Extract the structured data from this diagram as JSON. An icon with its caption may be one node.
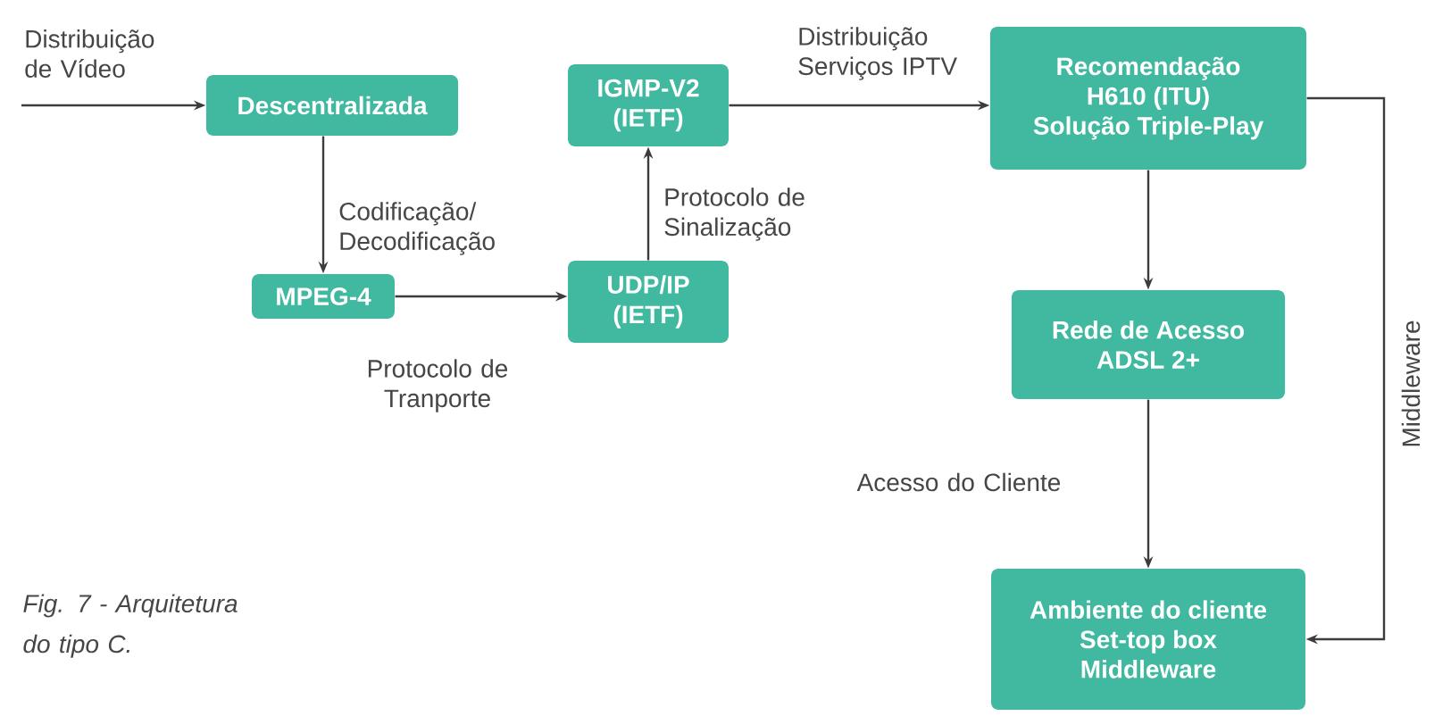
{
  "diagram": {
    "caption": "Fig. 7 - Arquitetura do tipo C.",
    "nodes": [
      {
        "text": [
          "Descentralizada"
        ]
      },
      {
        "text": [
          "MPEG-4"
        ]
      },
      {
        "text": [
          "UDP/IP",
          "(IETF)"
        ]
      },
      {
        "text": [
          "IGMP-V2",
          "(IETF)"
        ]
      },
      {
        "text": [
          "Recomendação",
          "H610 (ITU)",
          "Solução Triple-Play"
        ]
      },
      {
        "text": [
          "Rede de Acesso",
          "ADSL 2+"
        ]
      },
      {
        "text": [
          "Ambiente do cliente",
          "Set-top box",
          "Middleware"
        ]
      }
    ],
    "edges": [
      {
        "from": null,
        "to": 0,
        "arrow": "to",
        "label": "Distribuição de Vídeo"
      },
      {
        "from": 0,
        "to": 1,
        "arrow": "to",
        "label": "Codificação/ Decodificação"
      },
      {
        "from": 1,
        "to": 2,
        "arrow": "to",
        "label": "Protocolo de Tranporte"
      },
      {
        "from": 2,
        "to": 3,
        "arrow": "to",
        "label": "Protocolo de Sinalização"
      },
      {
        "from": 3,
        "to": 4,
        "arrow": "to",
        "label": "Distribuição Serviços IPTV"
      },
      {
        "from": 4,
        "to": 5,
        "arrow": "to"
      },
      {
        "from": 5,
        "to": 6,
        "arrow": "to",
        "label": "Acesso do Cliente"
      },
      {
        "from": 4,
        "to": 6,
        "arrow": "to",
        "label": "Middleware"
      }
    ]
  }
}
